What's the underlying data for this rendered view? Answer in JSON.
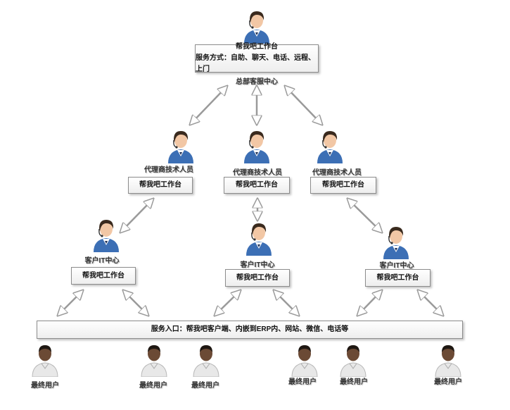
{
  "hq": {
    "box_title": "帮我吧工作台",
    "box_subtitle": "服务方式：自助、聊天、电话、远程、上门",
    "label": "总部客服中心"
  },
  "agents": [
    {
      "label": "代理商技术人员",
      "box": "帮我吧工作台"
    },
    {
      "label": "代理商技术人员",
      "box": "帮我吧工作台"
    },
    {
      "label": "代理商技术人员",
      "box": "帮我吧工作台"
    }
  ],
  "it_centers": [
    {
      "label": "客户IT中心",
      "box": "帮我吧工作台"
    },
    {
      "label": "客户IT中心",
      "box": "帮我吧工作台"
    },
    {
      "label": "客户IT中心",
      "box": "帮我吧工作台"
    }
  ],
  "entry_bar": "服务入口：帮我吧客户端、内嵌到ERP内、网站、微信、电话等",
  "end_users": [
    {
      "label": "最终用户"
    },
    {
      "label": "最终用户"
    },
    {
      "label": "最终用户"
    },
    {
      "label": "最终用户"
    },
    {
      "label": "最终用户"
    },
    {
      "label": "最终用户"
    }
  ],
  "icons": {
    "support_staff": "headset-agent-icon",
    "end_user": "user-person-icon",
    "connector": "double-arrow"
  },
  "colors": {
    "staff_shirt": "#3c6fb5",
    "staff_skin": "#f2c7a5",
    "staff_hair": "#3a2a1e",
    "user_shirt": "#e8e8e8",
    "user_skin": "#6b4a35",
    "user_hair": "#1e1712",
    "arrow": "#9a9a9a"
  }
}
